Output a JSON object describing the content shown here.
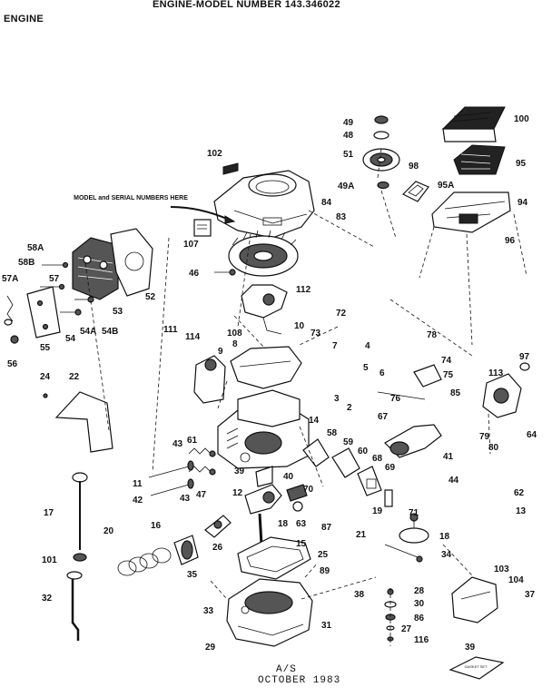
{
  "header": {
    "title": "ENGINE-MODEL NUMBER 143.346022",
    "section": "ENGINE"
  },
  "callout": "MODEL and SERIAL NUMBERS HERE",
  "footer": {
    "line1": "A/S",
    "line2": "OCTOBER 1983"
  },
  "part_labels": [
    "100",
    "49",
    "48",
    "51",
    "102",
    "95",
    "98",
    "95A",
    "49A",
    "84",
    "83",
    "94",
    "96",
    "107",
    "58A",
    "58B",
    "57",
    "57A",
    "46",
    "112",
    "52",
    "53",
    "54A",
    "54B",
    "54",
    "55",
    "56",
    "10",
    "72",
    "108",
    "8",
    "111",
    "114",
    "73",
    "7",
    "4",
    "78",
    "9",
    "5",
    "6",
    "74",
    "97",
    "75",
    "113",
    "24",
    "22",
    "76",
    "85",
    "3",
    "2",
    "67",
    "14",
    "79",
    "64",
    "80",
    "58",
    "59",
    "60",
    "68",
    "41",
    "43",
    "61",
    "69",
    "44",
    "39",
    "11",
    "40",
    "42",
    "43",
    "47",
    "12",
    "70",
    "62",
    "71",
    "13",
    "18",
    "63",
    "19",
    "87",
    "17",
    "16",
    "20",
    "21",
    "18",
    "26",
    "15",
    "35",
    "25",
    "34",
    "89",
    "101",
    "103",
    "104",
    "37",
    "38",
    "28",
    "33",
    "30",
    "86",
    "32",
    "27",
    "31",
    "116",
    "39",
    "29"
  ],
  "part_116_tag": "GASKET SET"
}
